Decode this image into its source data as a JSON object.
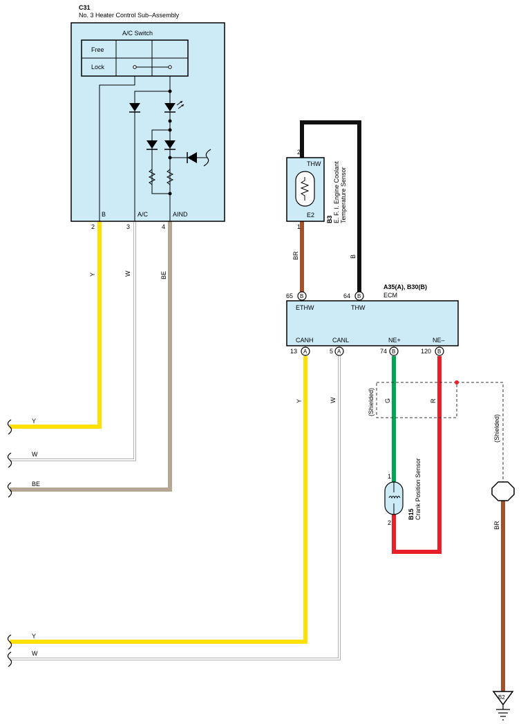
{
  "colors": {
    "box_fill": "#cdeaf7",
    "yellow": "#ffe000",
    "beige": "#b5a593",
    "brown": "#a0522d",
    "black": "#111111",
    "green": "#00a651",
    "red": "#e8202a",
    "white_wire": "#bbbbbb"
  },
  "c31": {
    "code": "C31",
    "name": "No.  3 Heater Control Sub–Assembly",
    "switch_title": "A/C Switch",
    "switch_free": "Free",
    "switch_lock": "Lock",
    "term_b": "B",
    "term_ac": "A/C",
    "term_aind": "AIND",
    "pin_2": "2",
    "pin_3": "3",
    "pin_4": "4"
  },
  "b3": {
    "code": "B3",
    "name_line1": "E. F. I.  Engine Coolant",
    "name_line2": "Temperature Sensor",
    "term_thw": "THW",
    "term_e2": "E2",
    "pin_1": "1",
    "pin_2": "2"
  },
  "ecm": {
    "code": "A35(A), B30(B)",
    "name": "ECM",
    "term_ethw": "ETHW",
    "term_thw": "THW",
    "term_canh": "CANH",
    "term_canl": "CANL",
    "term_ne_plus": "NE+",
    "term_ne_minus": "NE–",
    "pin_65": "65",
    "pin_64": "64",
    "pin_13": "13",
    "pin_5": "5",
    "pin_74": "74",
    "pin_120": "120",
    "conn_a": "A",
    "conn_b": "B"
  },
  "b15": {
    "code": "B15",
    "name": "Crank Position Sensor",
    "pin_1": "1",
    "pin_2": "2"
  },
  "wires": {
    "y": "Y",
    "w": "W",
    "be": "BE",
    "br": "BR",
    "b": "B",
    "g": "G",
    "r": "R"
  },
  "shielded": "(Shielded)",
  "ground": "B2"
}
